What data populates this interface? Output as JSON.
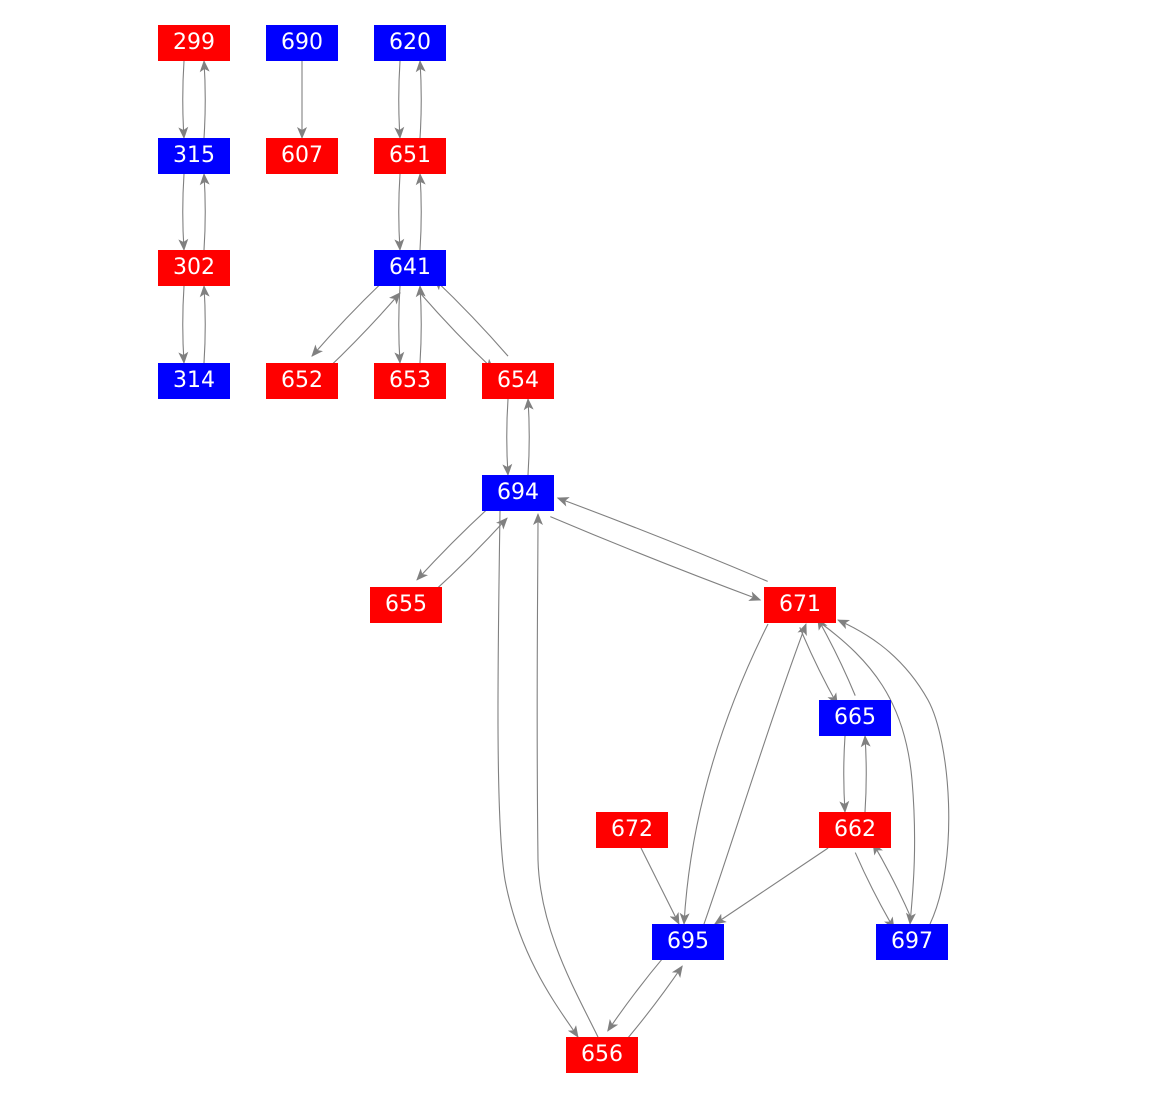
{
  "colors": {
    "red": "#ff0000",
    "blue": "#0000ff",
    "edge": "#808080"
  },
  "nodes": [
    {
      "id": "299",
      "label": "299",
      "color": "red"
    },
    {
      "id": "690",
      "label": "690",
      "color": "blue"
    },
    {
      "id": "620",
      "label": "620",
      "color": "blue"
    },
    {
      "id": "315",
      "label": "315",
      "color": "blue"
    },
    {
      "id": "607",
      "label": "607",
      "color": "red"
    },
    {
      "id": "651",
      "label": "651",
      "color": "red"
    },
    {
      "id": "302",
      "label": "302",
      "color": "red"
    },
    {
      "id": "641",
      "label": "641",
      "color": "blue"
    },
    {
      "id": "314",
      "label": "314",
      "color": "blue"
    },
    {
      "id": "652",
      "label": "652",
      "color": "red"
    },
    {
      "id": "653",
      "label": "653",
      "color": "red"
    },
    {
      "id": "654",
      "label": "654",
      "color": "red"
    },
    {
      "id": "694",
      "label": "694",
      "color": "blue"
    },
    {
      "id": "655",
      "label": "655",
      "color": "red"
    },
    {
      "id": "671",
      "label": "671",
      "color": "red"
    },
    {
      "id": "665",
      "label": "665",
      "color": "blue"
    },
    {
      "id": "672",
      "label": "672",
      "color": "red"
    },
    {
      "id": "662",
      "label": "662",
      "color": "red"
    },
    {
      "id": "695",
      "label": "695",
      "color": "blue"
    },
    {
      "id": "697",
      "label": "697",
      "color": "blue"
    },
    {
      "id": "656",
      "label": "656",
      "color": "red"
    }
  ],
  "edges": [
    [
      "299",
      "315"
    ],
    [
      "315",
      "299"
    ],
    [
      "315",
      "302"
    ],
    [
      "302",
      "315"
    ],
    [
      "302",
      "314"
    ],
    [
      "314",
      "302"
    ],
    [
      "690",
      "607"
    ],
    [
      "620",
      "651"
    ],
    [
      "651",
      "620"
    ],
    [
      "651",
      "641"
    ],
    [
      "641",
      "651"
    ],
    [
      "641",
      "652"
    ],
    [
      "652",
      "641"
    ],
    [
      "641",
      "653"
    ],
    [
      "653",
      "641"
    ],
    [
      "641",
      "654"
    ],
    [
      "654",
      "641"
    ],
    [
      "654",
      "694"
    ],
    [
      "694",
      "654"
    ],
    [
      "694",
      "655"
    ],
    [
      "655",
      "694"
    ],
    [
      "694",
      "671"
    ],
    [
      "671",
      "694"
    ],
    [
      "694",
      "656"
    ],
    [
      "656",
      "694"
    ],
    [
      "671",
      "695"
    ],
    [
      "695",
      "671"
    ],
    [
      "671",
      "665"
    ],
    [
      "665",
      "671"
    ],
    [
      "671",
      "697"
    ],
    [
      "697",
      "671"
    ],
    [
      "665",
      "662"
    ],
    [
      "662",
      "665"
    ],
    [
      "662",
      "695"
    ],
    [
      "662",
      "697"
    ],
    [
      "697",
      "662"
    ],
    [
      "672",
      "695"
    ],
    [
      "695",
      "656"
    ],
    [
      "656",
      "695"
    ]
  ]
}
